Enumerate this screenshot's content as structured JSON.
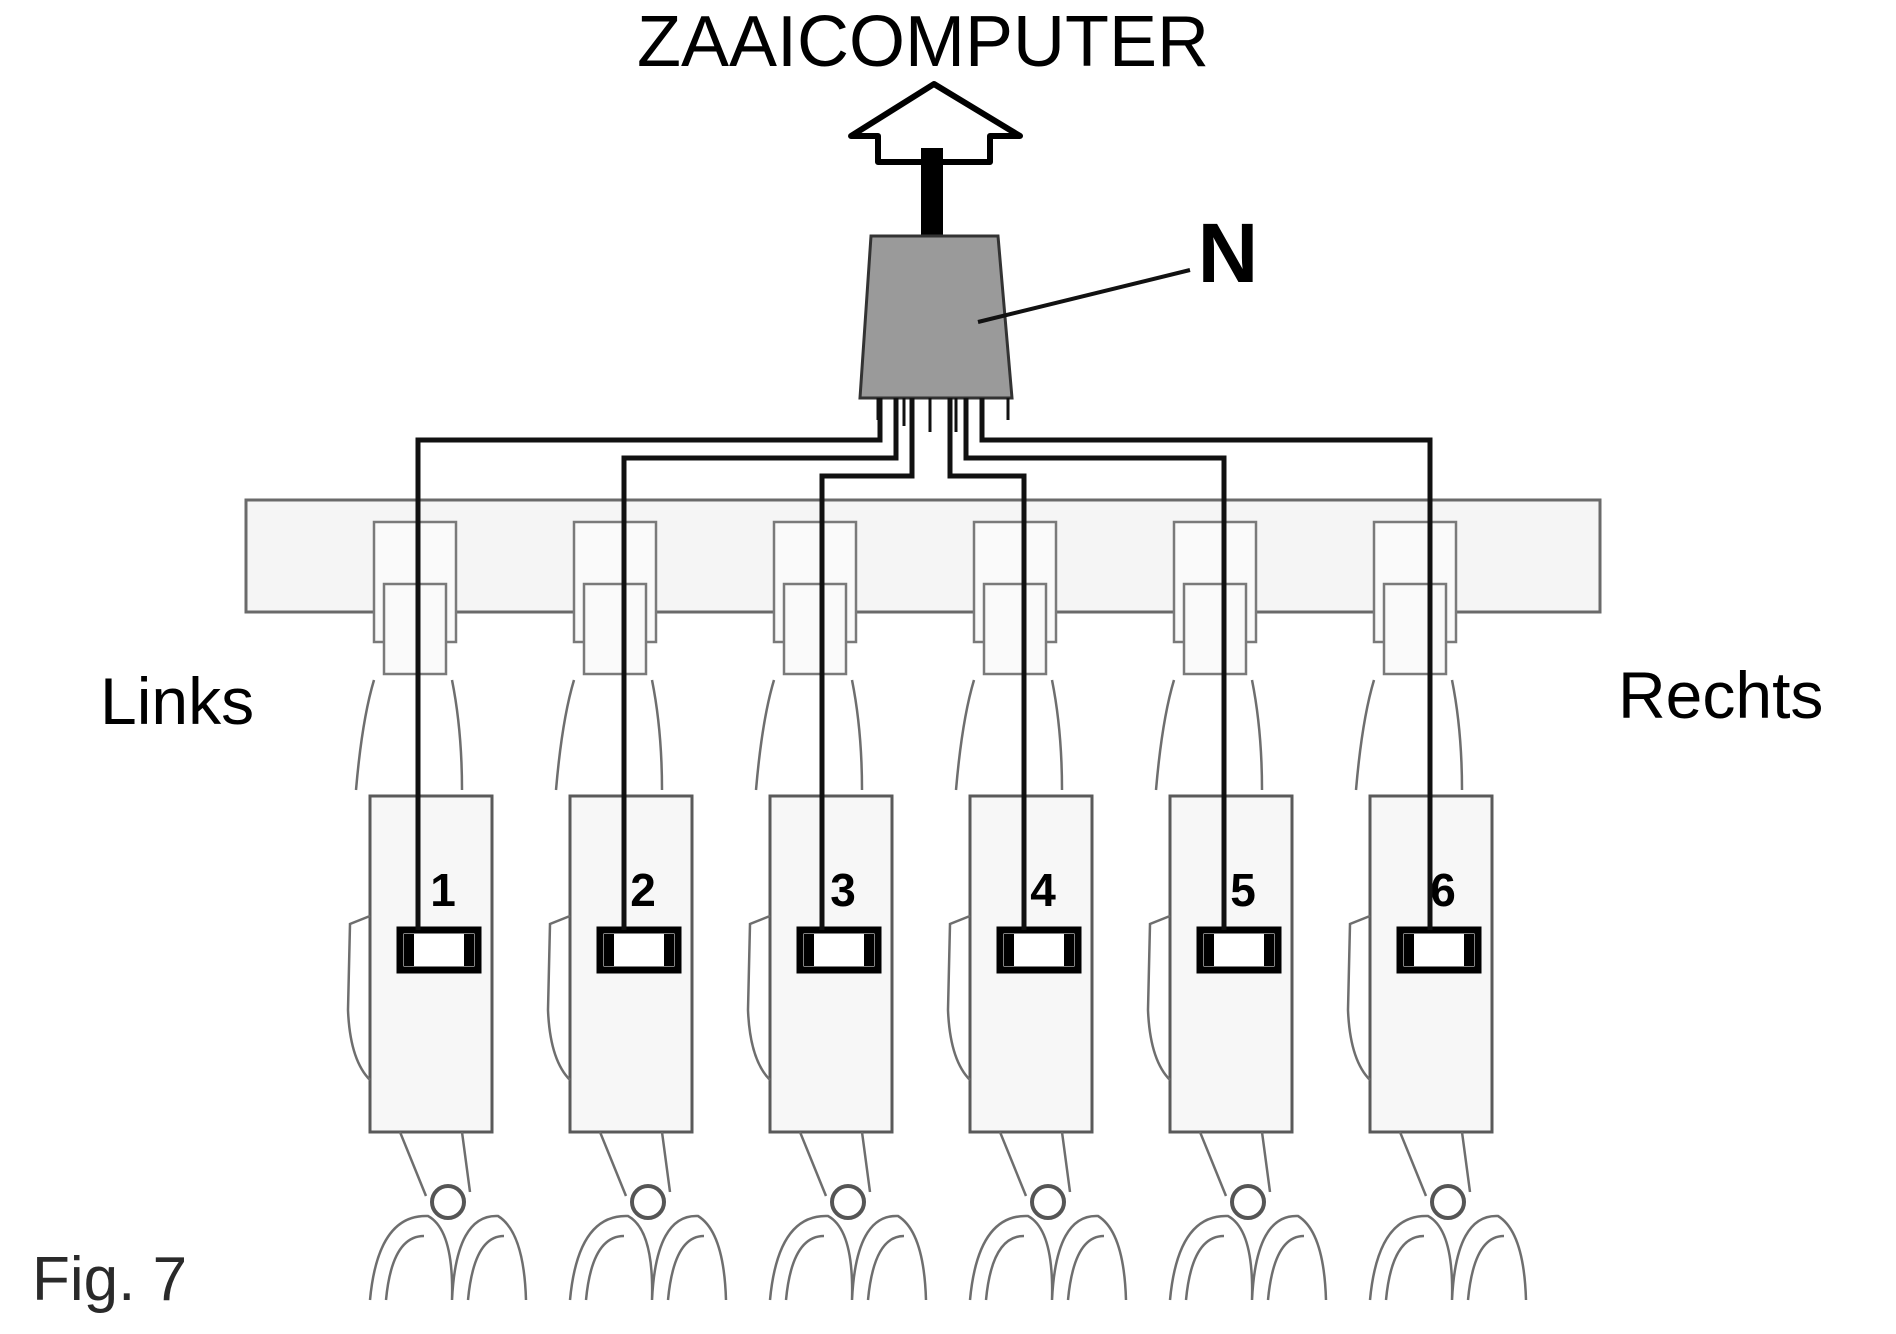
{
  "title": "ZAAICOMPUTER",
  "node_label": "N",
  "left_label": "Links",
  "right_label": "Rechts",
  "figure_label": "Fig. 7",
  "units": [
    "1",
    "2",
    "3",
    "4",
    "5",
    "6"
  ],
  "colors": {
    "node_fill": "#9a9a9a",
    "wire": "#111111",
    "frame": "#6a6a6a"
  }
}
